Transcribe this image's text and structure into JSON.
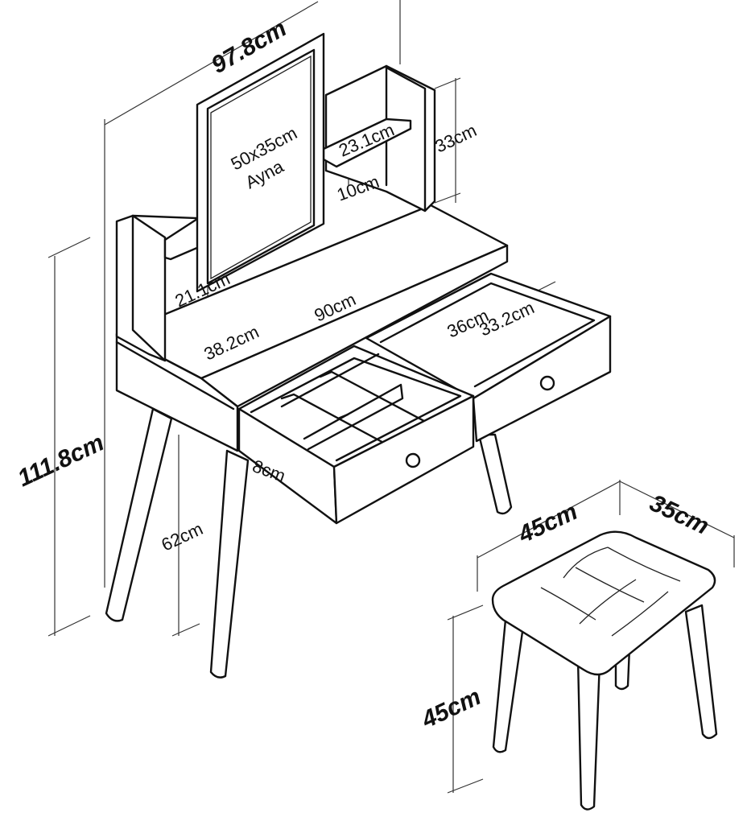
{
  "dimensions": {
    "total_width": "97.8cm",
    "total_height": "111.8cm",
    "mirror_size": "50x35cm",
    "mirror_label": "Ayna",
    "shelf_depth": "23.1cm",
    "upper_height": "33cm",
    "shelf_gap": "10cm",
    "left_shelf_height": "21.1cm",
    "desk_width": "90cm",
    "desk_depth": "38.2cm",
    "drawer_width": "36cm",
    "drawer_depth": "33.2cm",
    "drawer_height": "8cm",
    "leg_height": "62cm",
    "stool_width": "45cm",
    "stool_depth": "35cm",
    "stool_height": "45cm"
  }
}
